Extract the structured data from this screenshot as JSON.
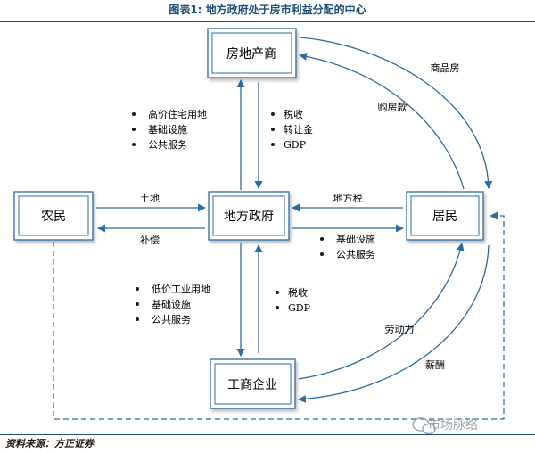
{
  "title": "图表1:   地方政府处于房市利益分配的中心",
  "source": "资料来源：方正证券",
  "watermark": "市场脉络",
  "nodes": {
    "developer": "房地产商",
    "government": "地方政府",
    "farmers": "农民",
    "residents": "居民",
    "enterprises": "工商企业"
  },
  "labels": {
    "commercial_housing": "商品房",
    "purchase_payment": "购房款",
    "land": "土地",
    "compensation": "补偿",
    "local_tax": "地方税",
    "labor": "劳动力",
    "salary": "薪酬"
  },
  "lists": {
    "to_developer": [
      "高价住宅用地",
      "基础设施",
      "公共服务"
    ],
    "from_developer": [
      "税收",
      "转让金",
      "GDP"
    ],
    "to_residents": [
      "基础设施",
      "公共服务"
    ],
    "to_enterprises": [
      "低价工业用地",
      "基础设施",
      "公共服务"
    ],
    "from_enterprises": [
      "税收",
      "GDP"
    ]
  },
  "colors": {
    "box_border": "#2e6b9e",
    "arrow": "#2e6b9e",
    "box_fill": "#ffffff",
    "title": "#1f4e79"
  }
}
